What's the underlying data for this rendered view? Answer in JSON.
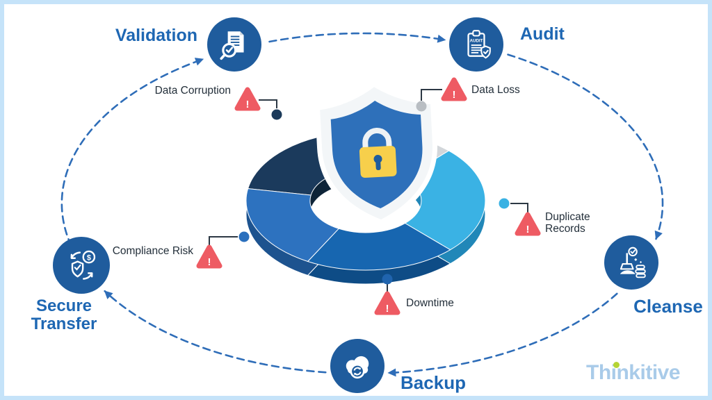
{
  "logo": {
    "text": "Thinkitive"
  },
  "stages": [
    {
      "id": "validation",
      "label": "Validation",
      "icon": "document-search-icon"
    },
    {
      "id": "audit",
      "label": "Audit",
      "icon": "audit-clipboard-icon"
    },
    {
      "id": "cleanse",
      "label": "Cleanse",
      "icon": "cleanse-broom-icon"
    },
    {
      "id": "backup",
      "label": "Backup",
      "icon": "cloud-backup-icon"
    },
    {
      "id": "secure_transfer",
      "label": "Secure Transfer",
      "icon": "secure-exchange-icon"
    }
  ],
  "cycle_order": [
    "Secure Transfer",
    "Validation",
    "Audit",
    "Cleanse",
    "Backup"
  ],
  "risks": [
    {
      "label": "Data Corruption",
      "marker_color": "#1b3a5a"
    },
    {
      "label": "Data Loss",
      "marker_color": "#b9bec3"
    },
    {
      "label": "Duplicate Records",
      "marker_color": "#38b1e3"
    },
    {
      "label": "Compliance Risk",
      "marker_color": "#2a6fbd"
    },
    {
      "label": "Downtime",
      "marker_color": "#2064ae"
    }
  ],
  "icon_text": {
    "audit_stamp": "AUDIT",
    "warning_mark": "!",
    "currency_symbol": "$"
  },
  "donut": {
    "segments": [
      {
        "name": "dark-navy",
        "color": "#1b3a5c"
      },
      {
        "name": "light-gray",
        "color": "#d2d6da"
      },
      {
        "name": "cyan",
        "color": "#3ab2e4"
      },
      {
        "name": "medium-blue",
        "color": "#1766b0"
      },
      {
        "name": "blue",
        "color": "#2d72bf"
      }
    ]
  },
  "colors": {
    "stage_node": "#1f5c9d",
    "stage_label": "#1e67b3",
    "cycle_path": "#2e6db8",
    "warning_red": "#ee5b63",
    "risk_text": "#232f3a",
    "connector": "#2c3844",
    "frame_border": "#c5e3f9",
    "shield_front": "#f3f6f8",
    "shield_panel": "#2e70ba",
    "lock_body": "#f7cf4b",
    "logo_blue": "#a9cbe9",
    "logo_green": "#b5d435"
  }
}
